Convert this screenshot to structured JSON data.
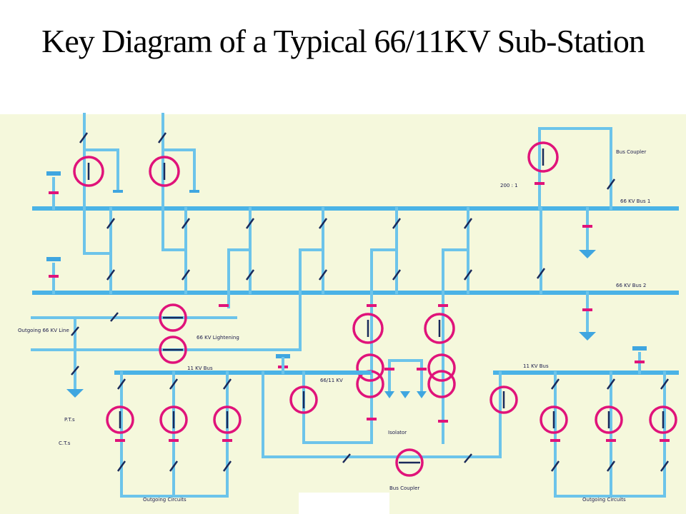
{
  "slide": {
    "title": "Key Diagram of a Typical 66/11KV Sub-Station"
  },
  "colors": {
    "background": "#ffffff",
    "diagram_panel": "#f5f8dc",
    "conductor": "#6cc4ea",
    "equipment": "#e0137a",
    "switch_marks": "#1a2a5a"
  },
  "diagram": {
    "labels": {
      "bus1": "66 KV Bus 1",
      "bus2": "66 KV Bus 2",
      "bus_coupler_66kv": "Bus Coupler",
      "bus_coupler_11kv": "Bus Coupler",
      "ct_ratio": "200 : 1",
      "la_66kv": "66 KV Lightening",
      "outgoing_line": "Outgoing 66 KV Line",
      "bus_11kv_left": "11 KV Bus",
      "bus_11kv_right": "11 KV Bus",
      "outgoing_circuits_left": "Outgoing Circuits",
      "outgoing_circuits_right": "Outgoing Circuits",
      "transformer_voltage": "66/11 KV",
      "isolator": "Isolator",
      "pt": "P.T.s",
      "ct": "C.T.s"
    }
  }
}
